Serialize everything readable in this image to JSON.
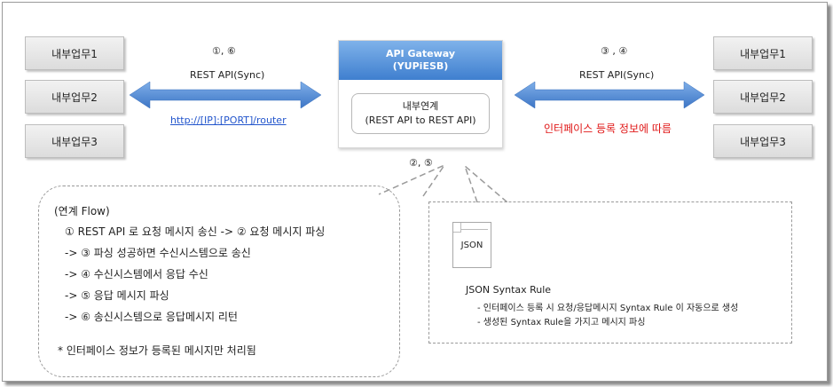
{
  "left_systems": [
    "내부업무1",
    "내부업무2",
    "내부업무3"
  ],
  "right_systems": [
    "내부업무1",
    "내부업무2",
    "내부업무3"
  ],
  "left_link": {
    "steps": "①, ⑥",
    "protocol": "REST API(Sync)",
    "url": "http://[IP]:[PORT]/router"
  },
  "right_link": {
    "steps": "③ , ④",
    "protocol": "REST API(Sync)",
    "note": "인터페이스 등록 정보에 따름"
  },
  "gateway": {
    "title": "API Gateway",
    "subtitle": "(YUPiESB)",
    "inner_title": "내부연계",
    "inner_subtitle": "(REST API to REST API)",
    "steps": "②, ⑤"
  },
  "flow": {
    "title": "(연계 Flow)",
    "lines": [
      "① REST API 로 요청 메시지 송신 -> ② 요청 메시지 파싱",
      "-> ③ 파싱 성공하면 수신시스템으로 송신",
      "-> ④ 수신시스템에서 응답 수신",
      "-> ⑤ 응답 메시지 파싱",
      "-> ⑥ 송신시스템으로 응답메시지 리턴"
    ],
    "footnote": "* 인터페이스 정보가 등록된 메시지만 처리됨"
  },
  "json_note": {
    "icon_label": "JSON",
    "icon": "json-document-icon",
    "title": "JSON Syntax Rule",
    "lines": [
      "- 인터페이스 등록 시 요청/응답메시지 Syntax Rule 이 자동으로 생성",
      "- 생성된 Syntax Rule을 가지고 메시지 파싱"
    ]
  },
  "colors": {
    "arrow": "#4a86d4",
    "gateway_header": "#4f8ad6",
    "note_red": "#e01818",
    "link_blue": "#2255cc"
  }
}
